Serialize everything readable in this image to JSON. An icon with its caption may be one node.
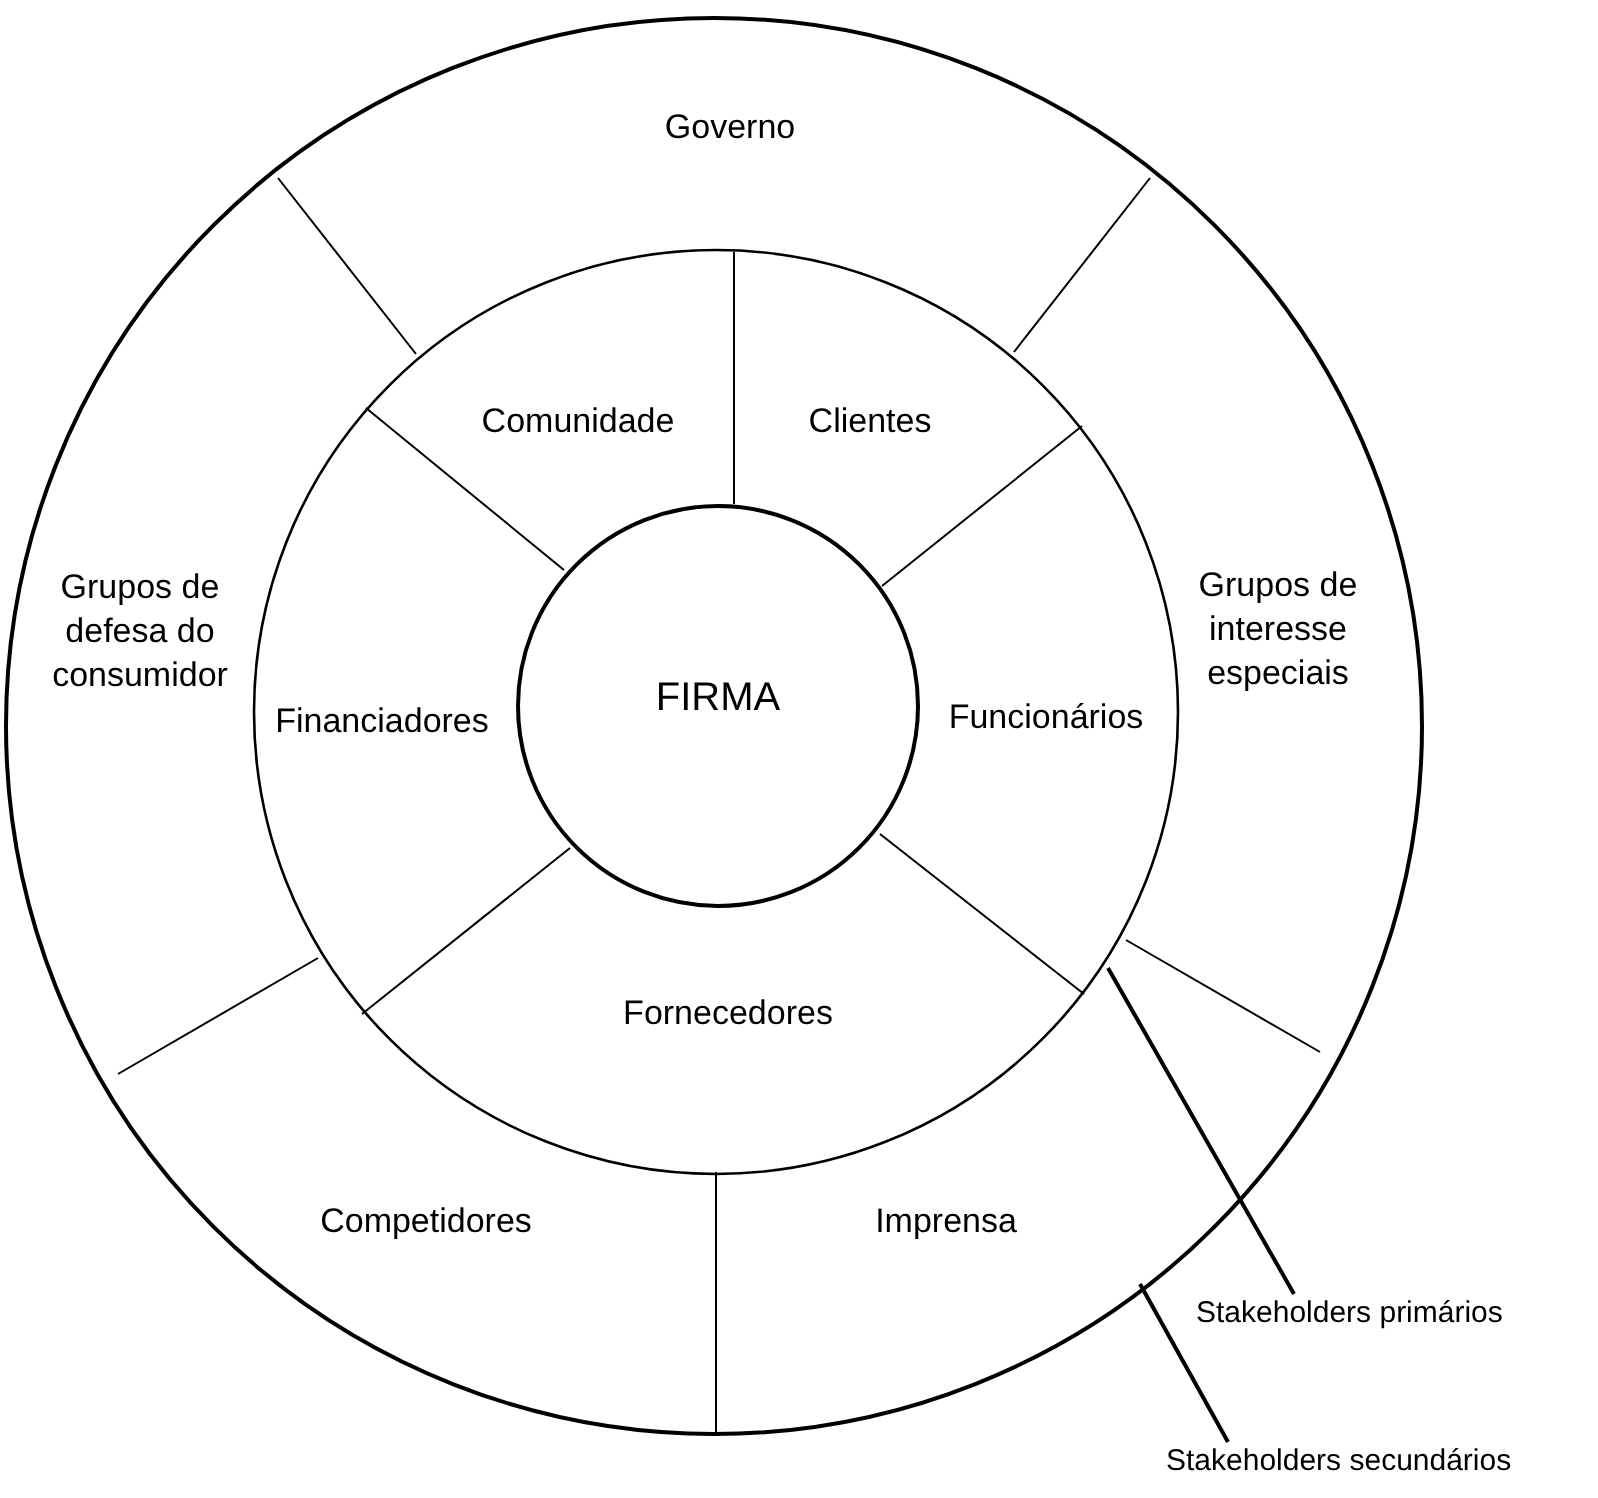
{
  "diagram": {
    "nodes": [
      {
        "text": [
          "Governo"
        ]
      },
      {
        "text": [
          "Grupos de defesa do consumidor"
        ]
      },
      {
        "text": [
          "Comunidade"
        ]
      },
      {
        "text": [
          "Clientes"
        ]
      },
      {
        "text": [
          "Grupos de interesse especiais"
        ]
      },
      {
        "text": [
          "Financiadores"
        ]
      },
      {
        "text": [
          "FIRMA"
        ]
      },
      {
        "text": [
          "Funcionários"
        ]
      },
      {
        "text": [
          "Fornecedores"
        ]
      },
      {
        "text": [
          "Competidores"
        ]
      },
      {
        "text": [
          "Imprensa"
        ]
      },
      {
        "text": [
          "Stakeholders primários"
        ]
      },
      {
        "text": [
          "Stakeholders secundários"
        ]
      }
    ],
    "edges": [
      {
        "from": 11,
        "to": null,
        "arrow": "none"
      },
      {
        "from": 12,
        "to": null,
        "arrow": "none"
      }
    ]
  }
}
